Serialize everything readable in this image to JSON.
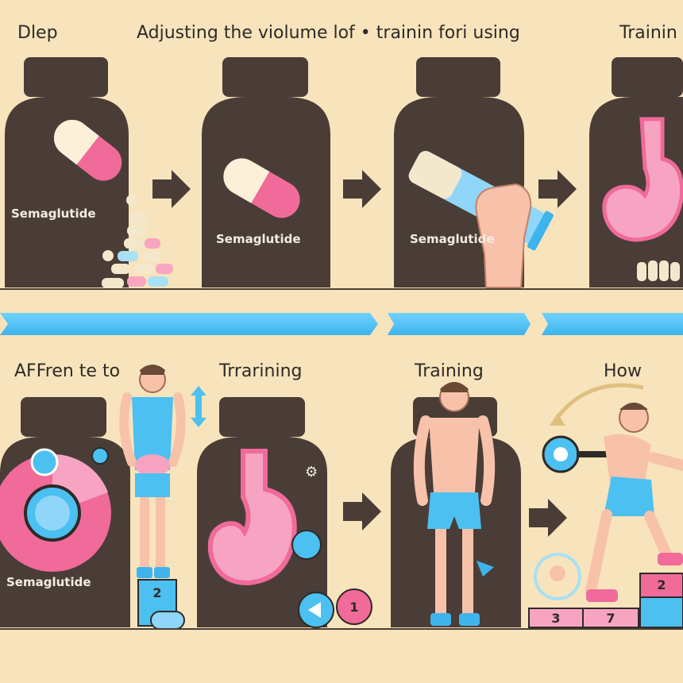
{
  "top_row": {
    "captions": [
      "Dlep",
      "Adjusting the violume lof • trainin fori  using",
      "Trainin"
    ],
    "bottles": [
      {
        "label": "Semaglutide",
        "icon": "capsule-icon"
      },
      {
        "label": "Semaglutide",
        "icon": "capsule-icon"
      },
      {
        "label": "Semaglutide",
        "icon": "squeeze-tube-icon"
      },
      {
        "label": "",
        "icon": "stomach-icon"
      }
    ]
  },
  "bottom_row": {
    "captions": [
      "AFFren te to",
      "Trrarining",
      "Training",
      "How"
    ],
    "bottle_label": "Semaglutide",
    "step_boxes": [
      "2",
      "3",
      "7",
      "2"
    ],
    "buttons": [
      "1"
    ]
  },
  "colors": {
    "background": "#f8e4bc",
    "bottle": "#4a3d37",
    "pink": "#f06a9a",
    "blue": "#4cc0f0",
    "arrow": "#4a3d37"
  }
}
